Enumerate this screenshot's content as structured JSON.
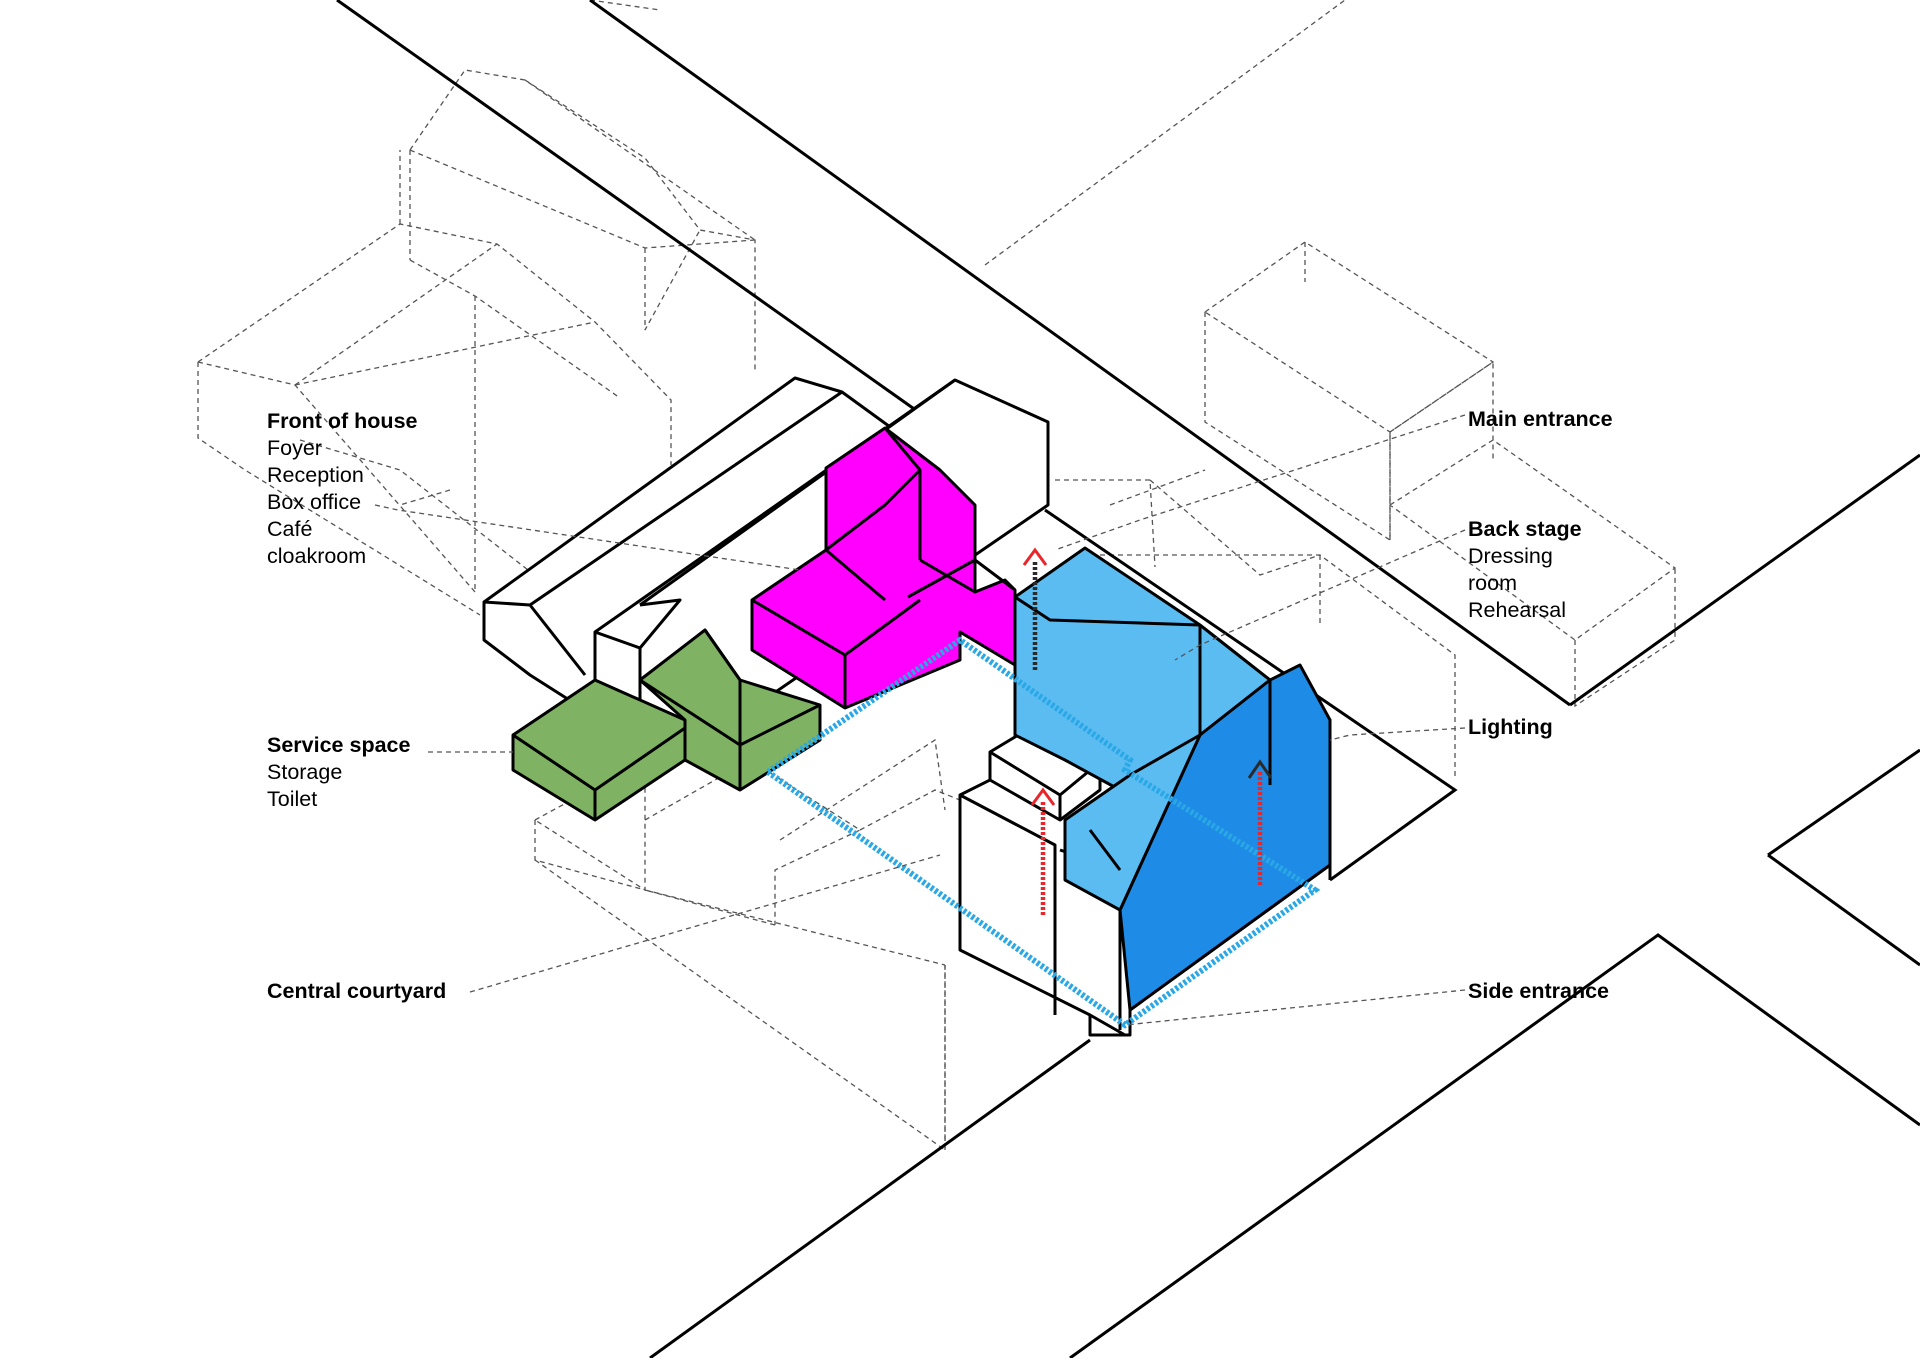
{
  "labels": {
    "front_of_house": {
      "title": "Front of house",
      "items": [
        "Foyer",
        "Reception",
        "Box office",
        "Café",
        "cloakroom"
      ]
    },
    "service_space": {
      "title": "Service space",
      "items": [
        "Storage",
        "Toilet"
      ]
    },
    "central_courtyard": {
      "title": "Central courtyard"
    },
    "main_entrance": {
      "title": "Main entrance"
    },
    "back_stage": {
      "title": "Back stage",
      "items": [
        "Dressing",
        "room",
        "Rehearsal"
      ]
    },
    "lighting": {
      "title": "Lighting"
    },
    "side_entrance": {
      "title": "Side entrance"
    }
  },
  "colors": {
    "front_of_house": "#ff00ff",
    "service_space": "#7fb263",
    "back_stage": "#5bbcf2",
    "back_stage_dark": "#1e8be6",
    "courtyard_outline": "#2aa8e6",
    "arrow_red": "#e8262b",
    "arrow_dark": "#2a2a2a",
    "line": "#000000",
    "context_dashed": "#555555"
  }
}
